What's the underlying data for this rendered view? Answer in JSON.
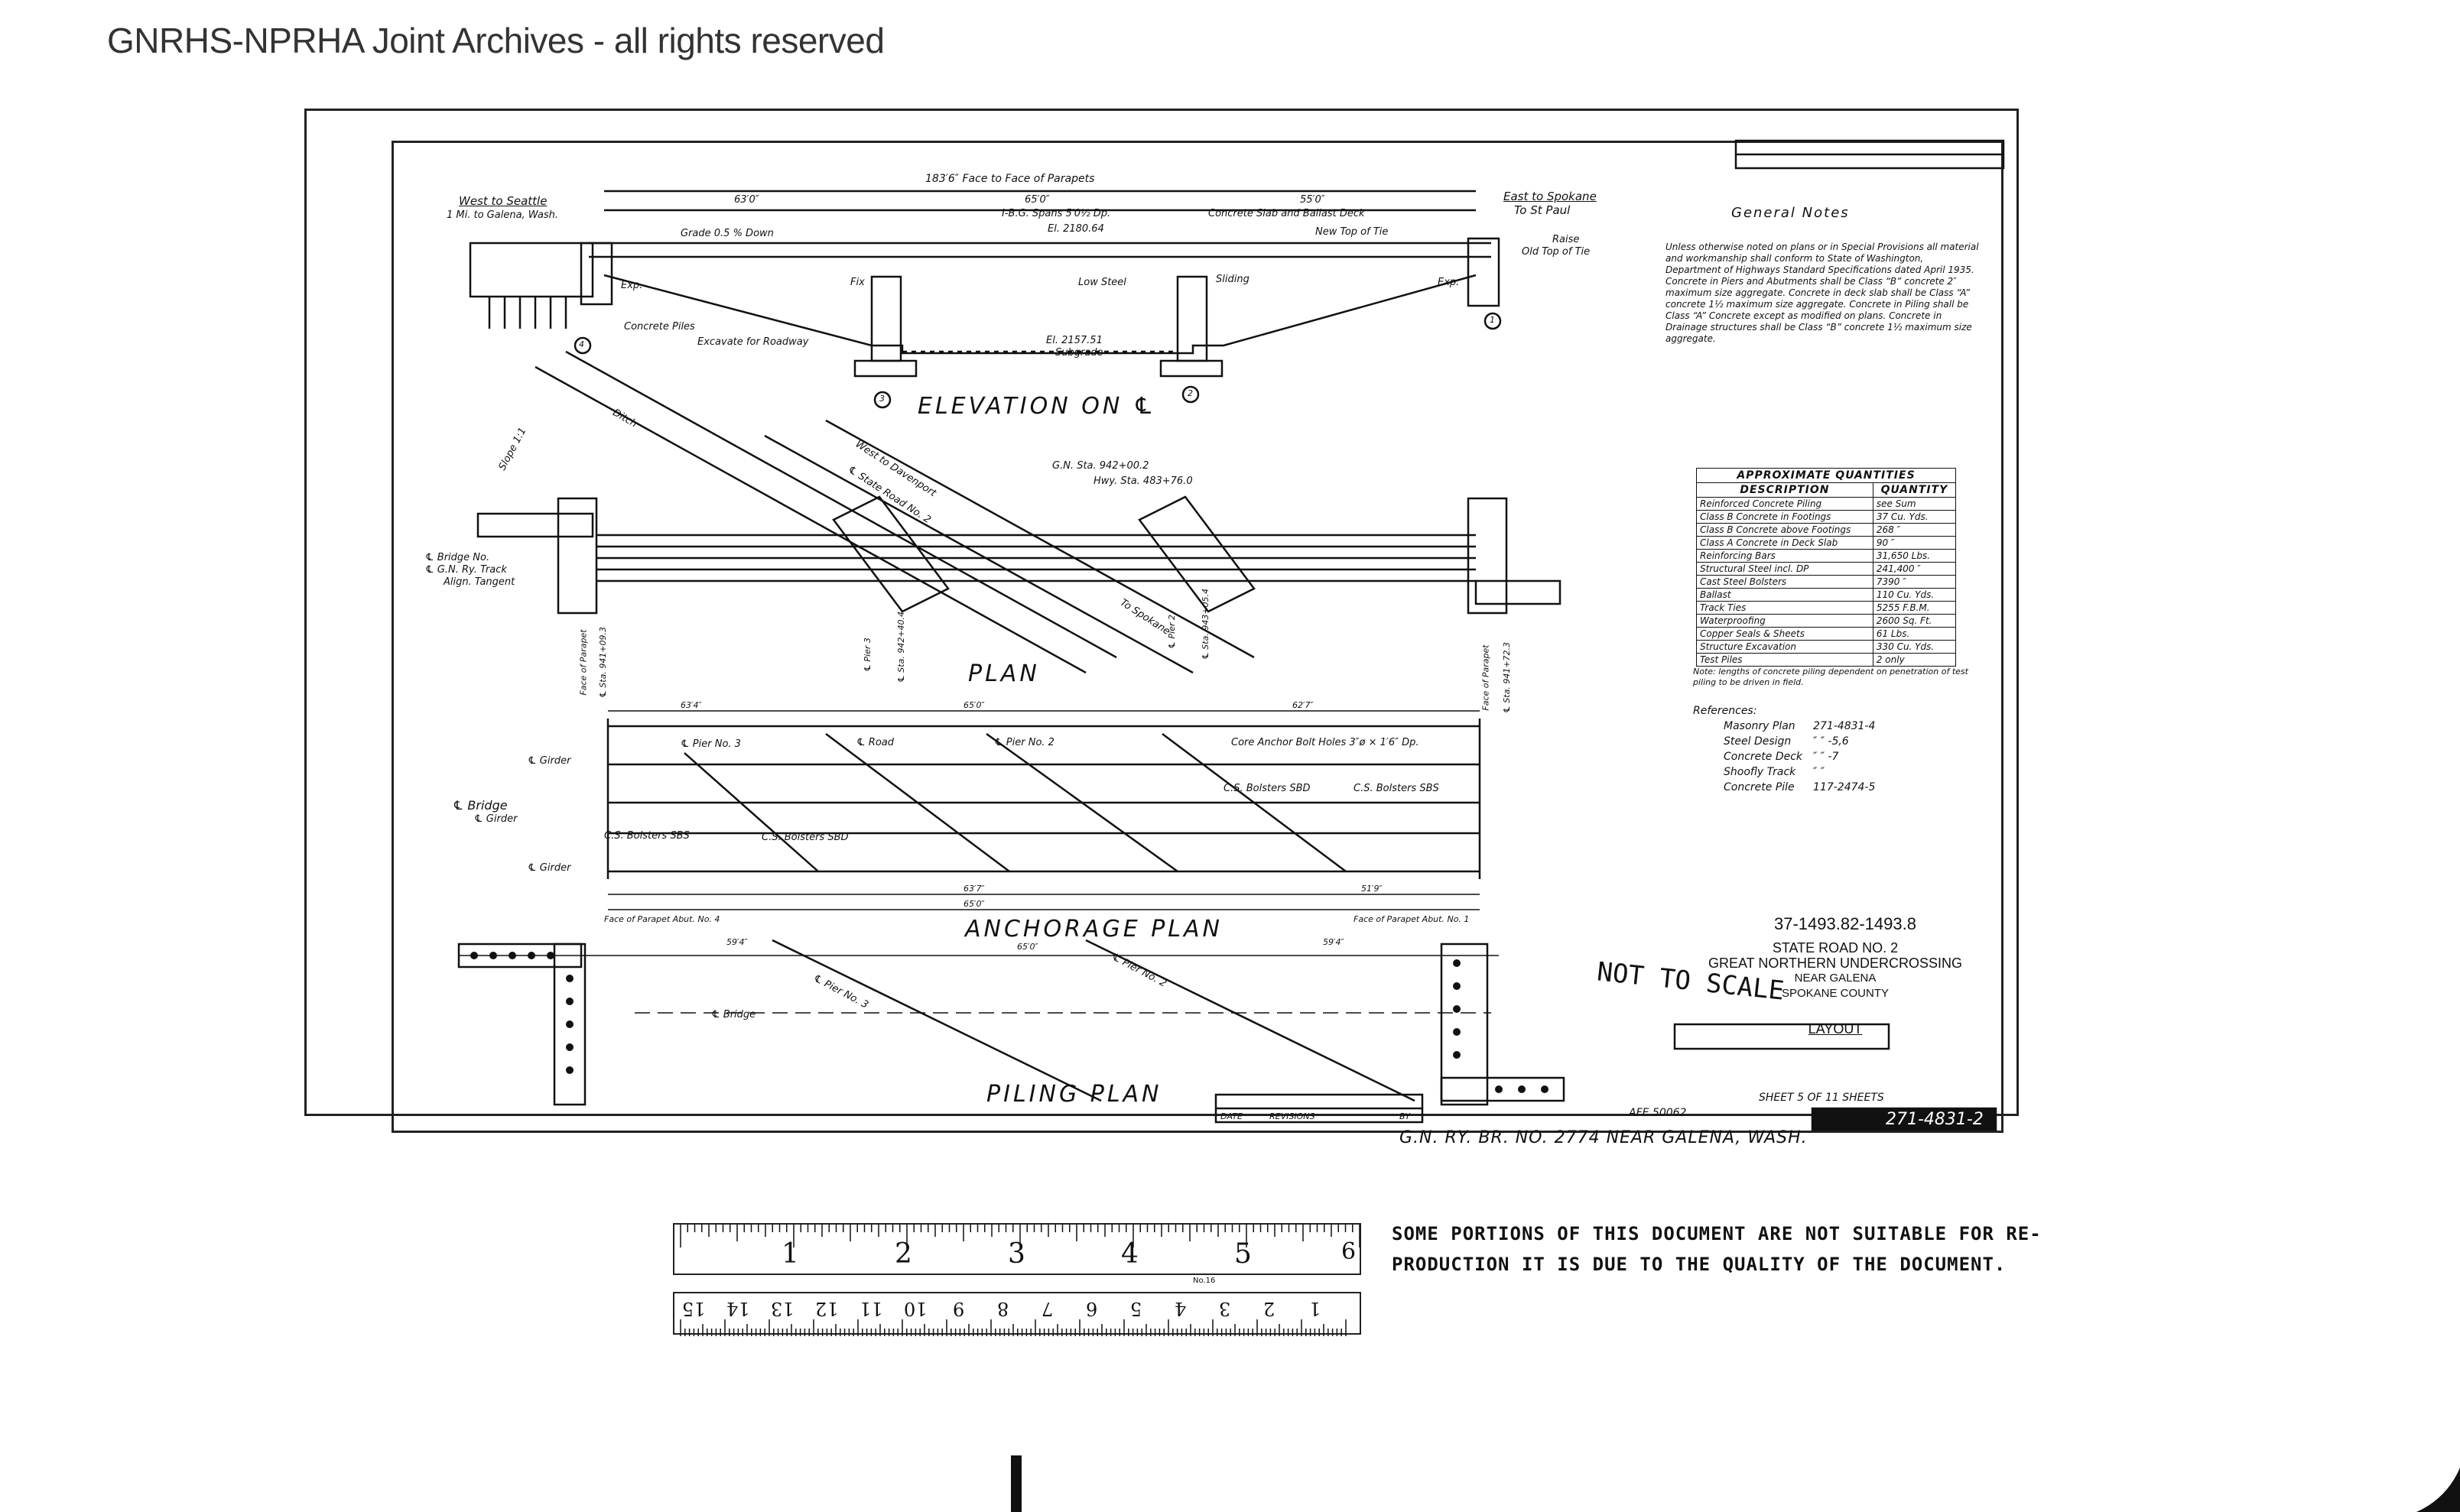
{
  "watermark": "GNRHS-NPRHA Joint Archives - all rights reserved",
  "views": {
    "elevation": "ELEVATION ON ℄",
    "plan": "PLAN",
    "anchorage": "ANCHORAGE PLAN",
    "piling": "PILING PLAN"
  },
  "elevation": {
    "overall": "183′6″ Face to Face of Parapets",
    "span1": "63′0″",
    "span2": "65′0″",
    "span3": "55′0″",
    "ibeam": "I-B.G. Spans 5′0½ Dp.",
    "slab": "Concrete Slab and Ballast Deck",
    "west": "West to Seattle",
    "west2": "1 Mi. to Galena, Wash.",
    "east": "East to Spokane",
    "east2": "To St Paul",
    "grade": "Grade 0.5 % Down",
    "newtop": "New Top of Tie",
    "oldtop": "Old Top of Tie",
    "raise": "Raise",
    "el_top": "El. 2180.64",
    "el_sub": "El. 2157.51",
    "subgrade": "Subgrade",
    "lowsteel": "Low Steel",
    "fix": "Fix",
    "exp": "Exp.",
    "sliding": "Sliding",
    "piles": "Concrete Piles",
    "excavate": "Excavate for Roadway",
    "n1": "1",
    "n2": "2",
    "n3": "3",
    "n4": "4"
  },
  "plan": {
    "ditch": "Ditch",
    "slope": "Slope 1:1",
    "gn_sta": "G.N. Sta. 942+00.2",
    "hwy_sta": "Hwy. Sta. 483+76.0",
    "bridge_no": "℄ Bridge No.",
    "gn_track": "℄ G.N. Ry. Track",
    "align": "Align. Tangent",
    "state_road": "℄ State Road No. 2",
    "west_davenport": "West to Davenport",
    "spokane": "To Spokane",
    "parapet": "Face of Parapet",
    "sta_left": "℄ Sta. 941+09.3",
    "sta_right": "℄ Sta. 941+72.3",
    "pier3": "℄ Pier 3",
    "pier3_sta": "℄ Sta. 942+40.4",
    "pier2": "℄ Pier 2",
    "pier2_sta": "℄ Sta. 943+05.4"
  },
  "anchorage": {
    "d1": "63′4″",
    "d2": "65′0″",
    "d3": "62′7″",
    "d4": "63′7″",
    "d5": "65′0″",
    "d6": "51′9″",
    "girder": "℄ Girder",
    "bridge": "℄ Bridge",
    "pier3": "℄ Pier No. 3",
    "road": "℄ Road",
    "pier2": "℄ Pier No. 2",
    "anchor": "Core Anchor Bolt Holes 3″ø × 1′6″ Dp.",
    "bolsters_sbd": "C.S. Bolsters SBD",
    "bolsters_sbs": "C.S. Bolsters SBS",
    "parapet_l": "Face of Parapet Abut. No. 4",
    "parapet_r": "Face of Parapet Abut. No. 1"
  },
  "piling": {
    "d1": "59′4″",
    "d2": "65′0″",
    "d3": "59′4″",
    "bridge": "℄ Bridge",
    "pier3": "℄ Pier No. 3",
    "pier2": "℄ Pier No. 2"
  },
  "notes": {
    "title": "General Notes",
    "body": "Unless otherwise noted on plans or in Special Provisions all material and workmanship shall conform to State of Washington, Department of Highways Standard Specifications dated April 1935. Concrete in Piers and Abutments shall be Class “B” concrete 2″ maximum size aggregate. Concrete in deck slab shall be Class “A” concrete 1½ maximum size aggregate. Concrete in Piling shall be Class “A” Concrete except as modified on plans. Concrete in Drainage structures shall be Class “B” concrete 1½ maximum size aggregate."
  },
  "quantities": {
    "title": "APPROXIMATE QUANTITIES",
    "h_desc": "DESCRIPTION",
    "h_qty": "QUANTITY",
    "rows": [
      [
        "Reinforced Concrete Piling",
        "see Sum"
      ],
      [
        "Class B Concrete in Footings",
        "37 Cu. Yds."
      ],
      [
        "Class B Concrete above Footings",
        "268 ″"
      ],
      [
        "Class A Concrete in Deck Slab",
        "90 ″"
      ],
      [
        "Reinforcing Bars",
        "31,650 Lbs."
      ],
      [
        "Structural Steel incl. DP",
        "241,400 ″"
      ],
      [
        "Cast Steel Bolsters",
        "7390 ″"
      ],
      [
        "Ballast",
        "110 Cu. Yds."
      ],
      [
        "Track Ties",
        "5255 F.B.M."
      ],
      [
        "Waterproofing",
        "2600 Sq. Ft."
      ],
      [
        "Copper Seals & Sheets",
        "61 Lbs."
      ],
      [
        "Structure Excavation",
        "330 Cu. Yds."
      ],
      [
        "Test Piles",
        "2 only"
      ]
    ],
    "note": "Note: lengths of concrete piling dependent on penetration of test piling to be driven in field."
  },
  "references": {
    "title": "References:",
    "rows": [
      [
        "Masonry Plan",
        "271-4831-4"
      ],
      [
        "Steel Design",
        "″ ″ -5,6"
      ],
      [
        "Concrete Deck",
        "″ ″ -7"
      ],
      [
        "Shoofly Track",
        "″ ″"
      ],
      [
        "Concrete Pile",
        "117-2474-5"
      ]
    ]
  },
  "title_block": {
    "number": "37-1493.82-1493.8",
    "road": "STATE ROAD NO. 2",
    "name": "GREAT NORTHERN UNDERCROSSING",
    "near": "NEAR GALENA",
    "county": "SPOKANE COUNTY",
    "layout": "LAYOUT",
    "afe": "AFE 50062",
    "sheet": "SHEET 5 OF 11 SHEETS",
    "bottom": "G.N. RY. BR. NO. 2774 NEAR GALENA, WASH.",
    "drawing_no": "271-4831-2",
    "revisions": "REVISIONS",
    "date": "DATE",
    "by": "BY"
  },
  "stamp": "NOT TO SCALE",
  "quality_notice": [
    "SOME PORTIONS OF THIS DOCUMENT ARE NOT SUITABLE FOR RE-",
    "PRODUCTION IT IS DUE TO THE QUALITY OF THE DOCUMENT."
  ],
  "ruler": {
    "inches": [
      "1",
      "2",
      "3",
      "4",
      "5",
      "6"
    ],
    "cm": [
      "1",
      "2",
      "3",
      "4",
      "5",
      "6",
      "7",
      "8",
      "9",
      "10",
      "11",
      "12",
      "13",
      "14",
      "15"
    ],
    "label": "No.16"
  }
}
